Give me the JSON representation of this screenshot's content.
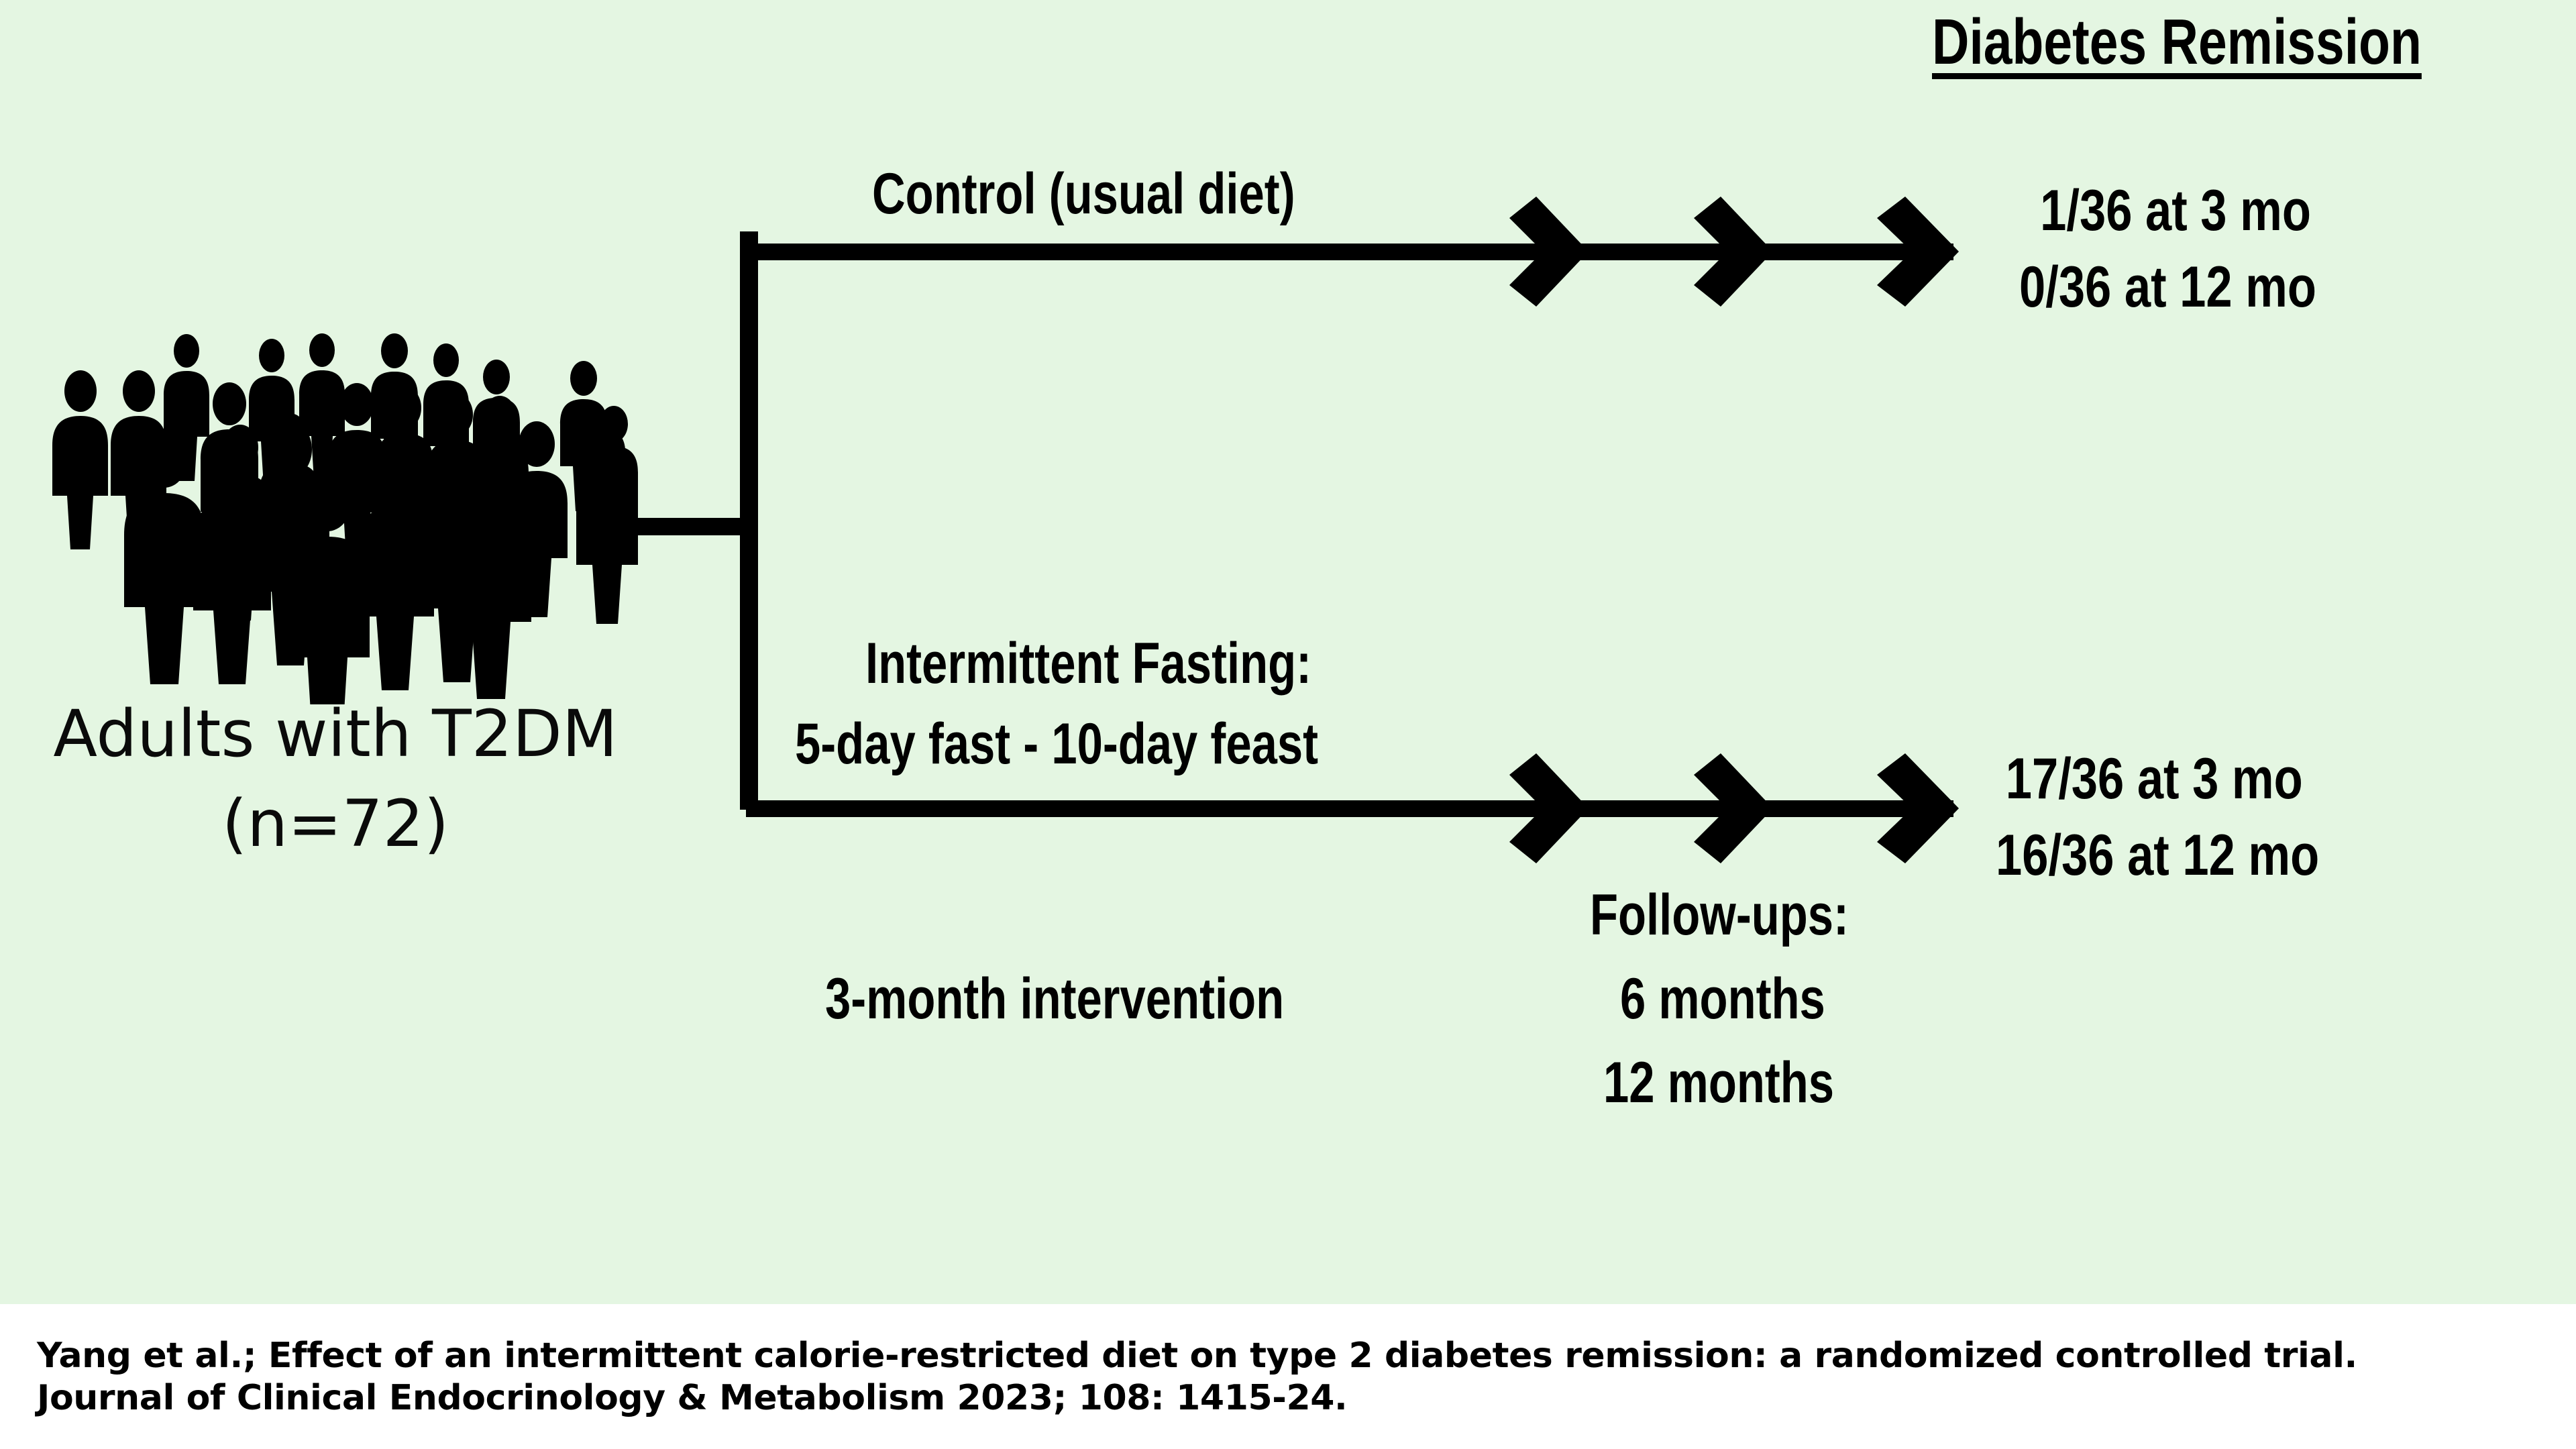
{
  "figure": {
    "background_color": "#e4f6e2",
    "footer_background_color": "#ffffff",
    "ink_color": "#000000"
  },
  "title": "Diabetes Remission",
  "population": {
    "icon": "crowd-of-people-icon",
    "label_line1": "Adults with T2DM",
    "label_line2": "(n=72)"
  },
  "arms": {
    "control": {
      "label": "Control (usual diet)",
      "outcome_line1": "1/36 at 3 mo",
      "outcome_line2": "0/36 at 12 mo"
    },
    "intervention": {
      "label_line1": "Intermittent Fasting:",
      "label_line2": "5-day fast - 10-day feast",
      "outcome_line1": "17/36 at 3 mo",
      "outcome_line2": "16/36 at 12 mo"
    }
  },
  "timeline": {
    "intervention_duration": "3-month intervention",
    "followups_title": "Follow-ups:",
    "followup_1": "6 months",
    "followup_2": "12 months"
  },
  "citation": {
    "line1": "Yang et al.; Effect of an intermittent calorie-restricted diet on type 2 diabetes remission: a randomized controlled trial.",
    "line2": "Journal of Clinical Endocrinology & Metabolism 2023; 108: 1415-24."
  },
  "chart_data": {
    "type": "diagram",
    "title": "Diabetes Remission",
    "design": "randomized controlled trial flow diagram",
    "total_n": 72,
    "arms": [
      {
        "name": "Control (usual diet)",
        "n": 36,
        "remission_3mo": "1/36",
        "remission_12mo": "0/36"
      },
      {
        "name": "Intermittent Fasting: 5-day fast - 10-day feast",
        "n": 36,
        "remission_3mo": "17/36",
        "remission_12mo": "16/36"
      }
    ],
    "intervention_duration_months": 3,
    "followup_months": [
      6,
      12
    ]
  }
}
